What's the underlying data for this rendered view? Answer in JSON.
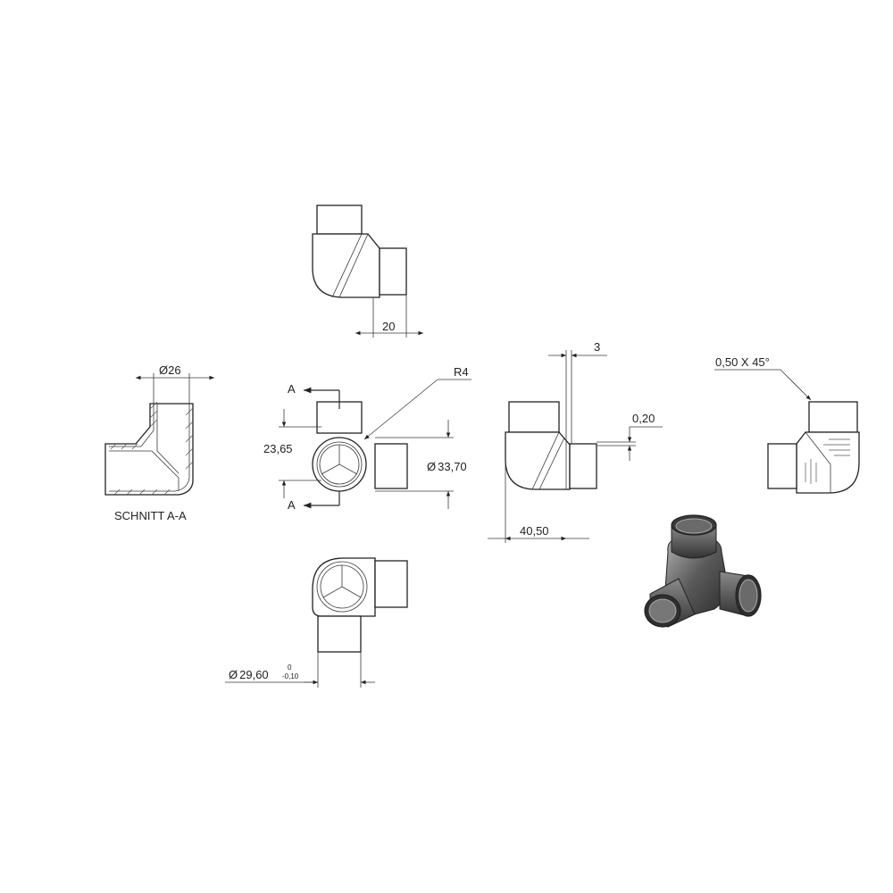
{
  "dimensions": {
    "top_view_width": "20",
    "section_diameter": "26",
    "radius": "R4",
    "height": "23,65",
    "outer_diameter": "33,70",
    "wall_offset": "3",
    "step": "0,20",
    "overall_length": "40,50",
    "chamfer": "0,50 X 45°",
    "tube_diameter": "29,60",
    "tol_upper": "0",
    "tol_lower": "-0,10"
  },
  "labels": {
    "section_title": "SCHNITT A-A",
    "section_mark_top": "A",
    "section_mark_bottom": "A",
    "diameter_symbol": "Ø"
  },
  "colors": {
    "line": "#2b2b2b",
    "iso_fill": "#4a4a4a",
    "iso_highlight": "#9a9a9a"
  }
}
